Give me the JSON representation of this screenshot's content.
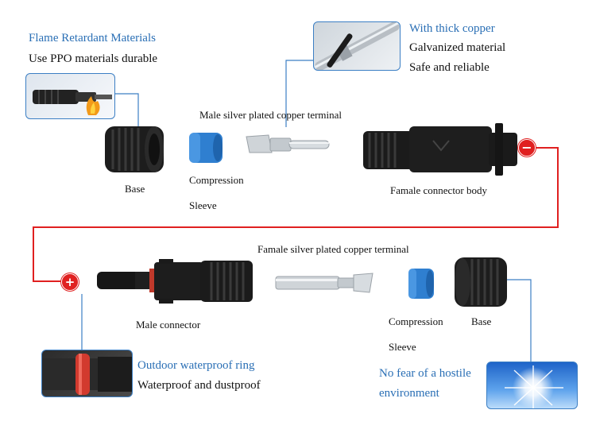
{
  "features": {
    "flame": {
      "title": "Flame Retardant Materials",
      "desc": "Use PPO materials durable"
    },
    "copper": {
      "title": "With thick copper",
      "line1": "Galvanized material",
      "line2": "Safe and reliable"
    },
    "waterproof": {
      "title": "Outdoor waterproof ring",
      "desc": "Waterproof and dustproof"
    },
    "environment": {
      "line1": "No fear of a hostile",
      "line2": "environment"
    }
  },
  "parts_top": {
    "base": "Base",
    "compression": "Compression",
    "sleeve": "Sleeve",
    "male_terminal": "Male silver plated copper terminal",
    "female_body": "Famale connector body"
  },
  "parts_bottom": {
    "female_terminal": "Famale silver plated copper terminal",
    "male_connector": "Male connector",
    "compression": "Compression",
    "sleeve": "Sleeve",
    "base": "Base"
  },
  "polarity": {
    "negative": "−",
    "positive": "+"
  },
  "colors": {
    "accent_blue": "#2a6fb5",
    "wire_red": "#e02020",
    "sleeve_blue": "#2f7fd0",
    "connector_black": "#1a1a1a"
  }
}
